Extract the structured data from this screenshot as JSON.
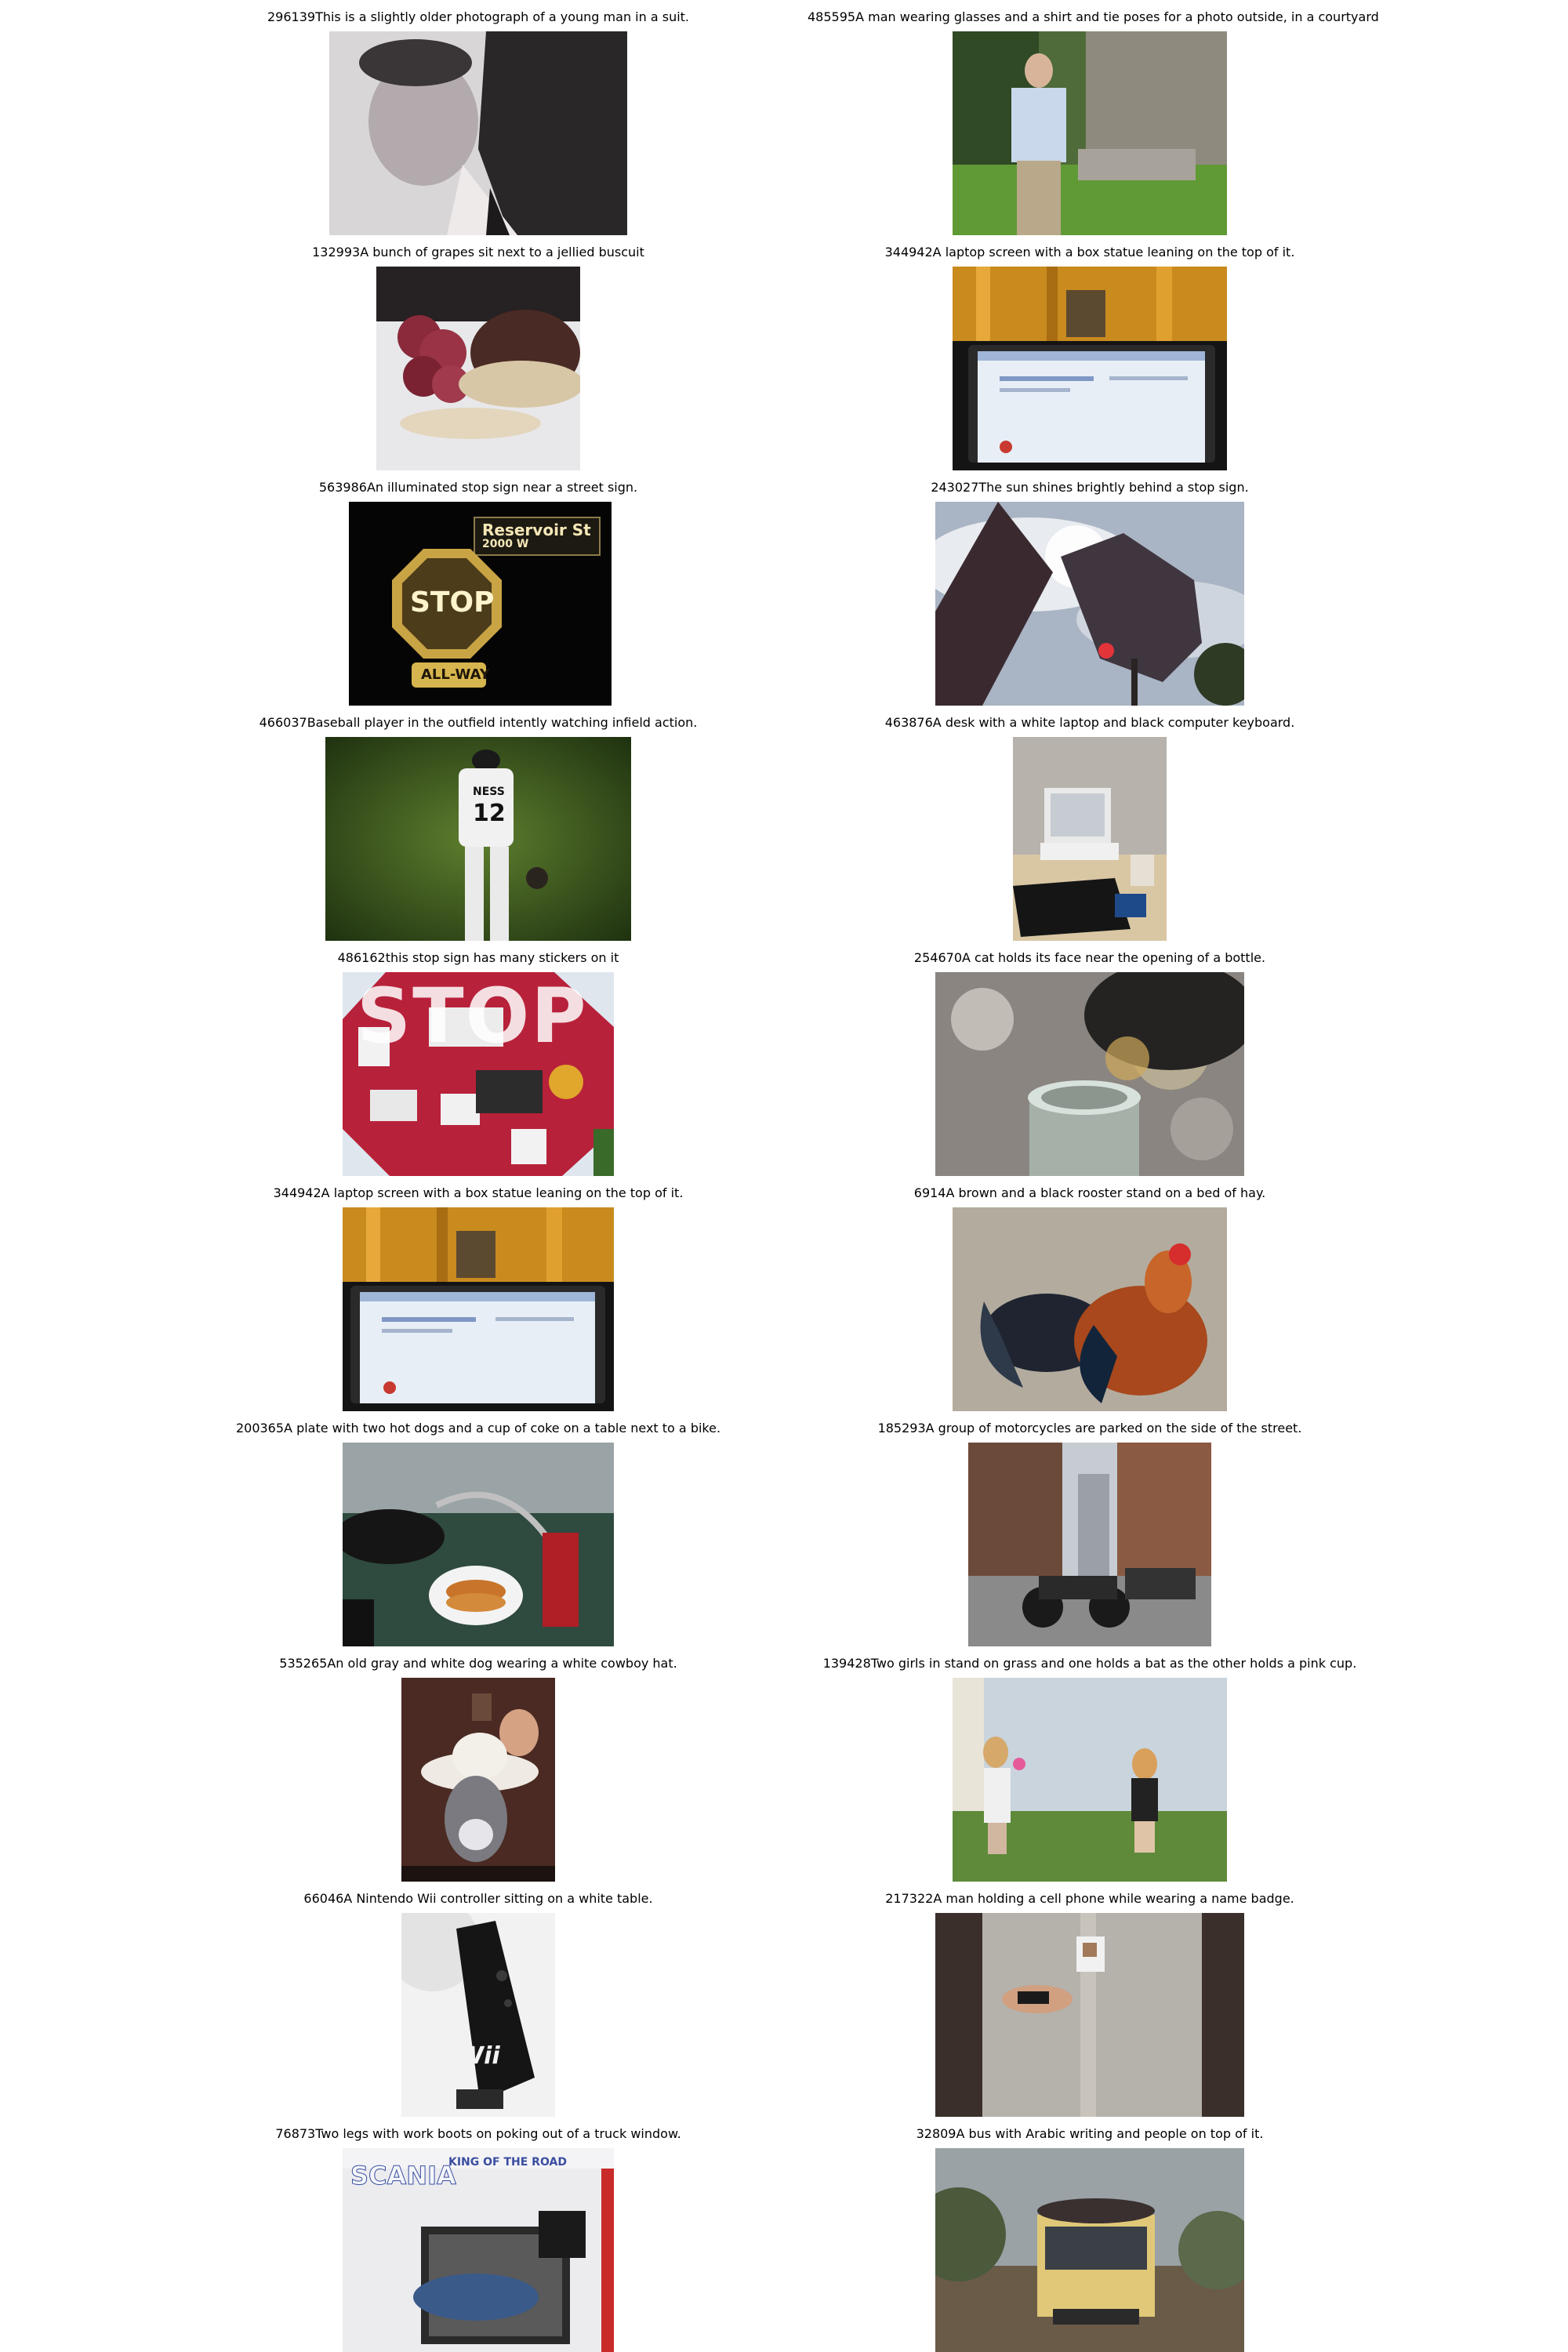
{
  "grid": {
    "items": [
      {
        "caption": "296139This is a slightly older photograph of a young man in a suit."
      },
      {
        "caption": "485595A man wearing glasses and a shirt and tie poses for a photo outside, in a courtyard"
      },
      {
        "caption": "132993A bunch of grapes sit next to a jellied buscuit"
      },
      {
        "caption": "344942A laptop screen with a box statue leaning on the top of it."
      },
      {
        "caption": "563986An illuminated stop sign near a street sign.",
        "sign_text": [
          "Reservoir  St",
          "2000 W",
          "STOP",
          "ALL-WAY"
        ]
      },
      {
        "caption": "243027The sun shines brightly behind a stop sign."
      },
      {
        "caption": "466037Baseball player in the outfield intently watching infield action.",
        "jersey": [
          "NESS",
          "12"
        ]
      },
      {
        "caption": "463876A desk with a white laptop and black computer keyboard."
      },
      {
        "caption": "486162this stop sign has many stickers on it",
        "sign_text": [
          "STOP"
        ]
      },
      {
        "caption": "254670A cat holds its face near the opening of a bottle."
      },
      {
        "caption": "344942A laptop screen with a box statue leaning on the top of it."
      },
      {
        "caption": "6914A brown and a black rooster stand on a bed of hay."
      },
      {
        "caption": "200365A plate with two hot dogs and a cup of coke on a table next to a bike."
      },
      {
        "caption": "185293A group of motorcycles are parked on the side of the street."
      },
      {
        "caption": "535265An old gray and white dog wearing a white cowboy hat."
      },
      {
        "caption": "139428Two girls in stand on grass and one holds a bat as the other holds a pink cup."
      },
      {
        "caption": "66046A Nintendo Wii controller sitting on a white table.",
        "logo_text": "Wii"
      },
      {
        "caption": "217322A man holding a cell phone while wearing a name badge."
      },
      {
        "caption": "76873Two legs with work boots on poking out of a truck window.",
        "truck_text": [
          "SCANIA",
          "KING OF THE ROAD"
        ]
      },
      {
        "caption": "32809A bus with Arabic writing and people on top of it."
      }
    ]
  }
}
